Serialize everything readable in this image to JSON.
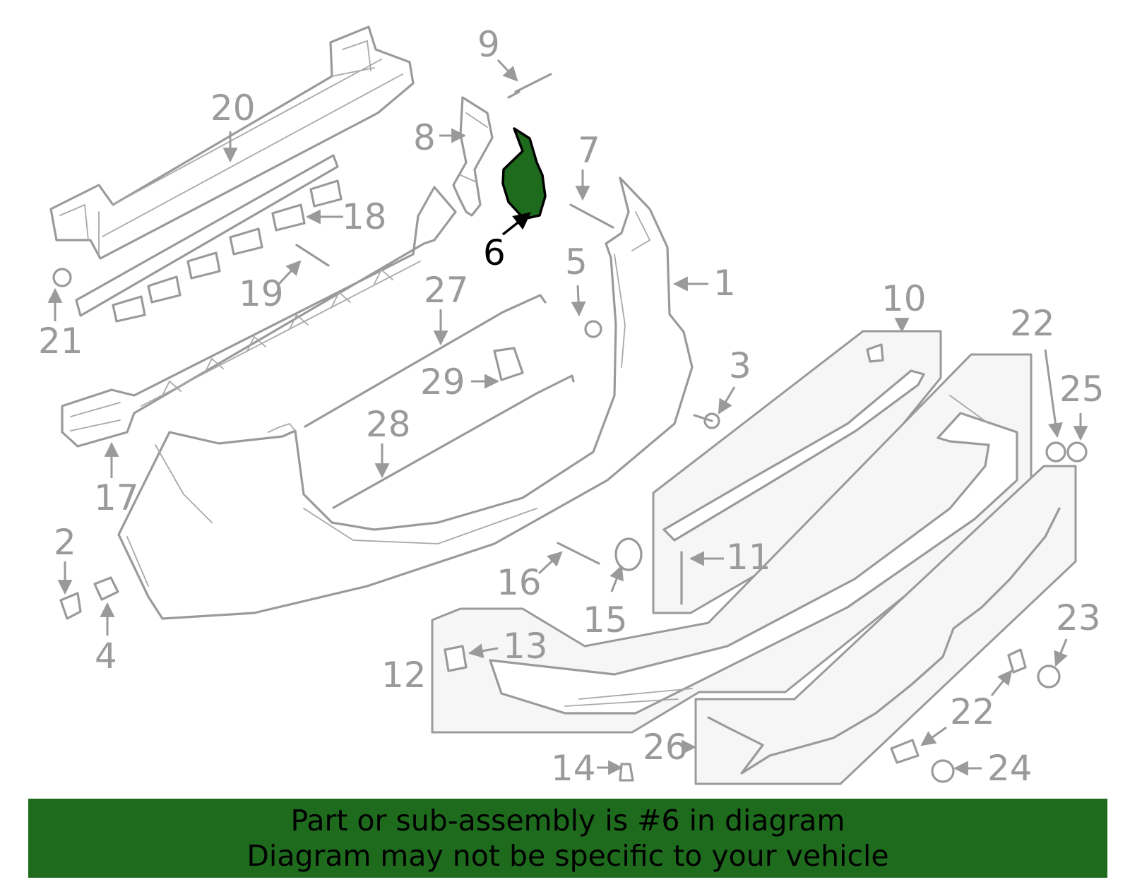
{
  "diagram": {
    "highlight_color": "#1e6b1e",
    "callouts": [
      {
        "id": "c1",
        "label": "1"
      },
      {
        "id": "c2",
        "label": "2"
      },
      {
        "id": "c3",
        "label": "3"
      },
      {
        "id": "c4",
        "label": "4"
      },
      {
        "id": "c5",
        "label": "5"
      },
      {
        "id": "c6",
        "label": "6",
        "highlighted": true
      },
      {
        "id": "c7",
        "label": "7"
      },
      {
        "id": "c8",
        "label": "8"
      },
      {
        "id": "c9",
        "label": "9"
      },
      {
        "id": "c10",
        "label": "10"
      },
      {
        "id": "c11",
        "label": "11"
      },
      {
        "id": "c12",
        "label": "12"
      },
      {
        "id": "c13",
        "label": "13"
      },
      {
        "id": "c14",
        "label": "14"
      },
      {
        "id": "c15",
        "label": "15"
      },
      {
        "id": "c16",
        "label": "16"
      },
      {
        "id": "c17",
        "label": "17"
      },
      {
        "id": "c18",
        "label": "18"
      },
      {
        "id": "c19",
        "label": "19"
      },
      {
        "id": "c20",
        "label": "20"
      },
      {
        "id": "c21",
        "label": "21"
      },
      {
        "id": "c22a",
        "label": "22"
      },
      {
        "id": "c22b",
        "label": "22"
      },
      {
        "id": "c23",
        "label": "23"
      },
      {
        "id": "c24",
        "label": "24"
      },
      {
        "id": "c25",
        "label": "25"
      },
      {
        "id": "c26",
        "label": "26"
      },
      {
        "id": "c27",
        "label": "27"
      },
      {
        "id": "c28",
        "label": "28"
      },
      {
        "id": "c29",
        "label": "29"
      }
    ]
  },
  "banner": {
    "background": "#1e6b1e",
    "line1": "Part or sub-assembly is #6 in diagram",
    "line2": "Diagram may not be specific to your vehicle"
  }
}
